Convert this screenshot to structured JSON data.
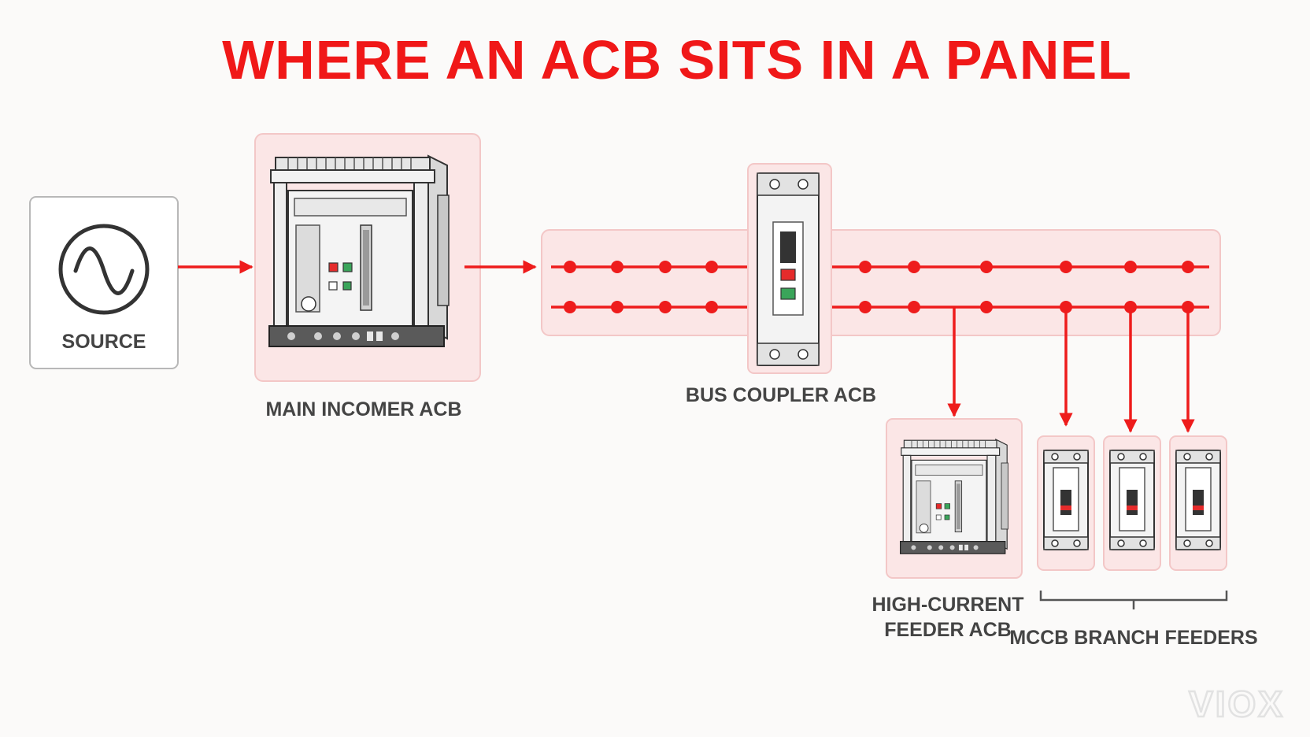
{
  "title": "WHERE AN ACB SITS IN A PANEL",
  "labels": {
    "source": "SOURCE",
    "main_incomer": "MAIN INCOMER ACB",
    "bus_coupler": "BUS COUPLER ACB",
    "high_current_line1": "HIGH-CURRENT",
    "high_current_line2": "FEEDER ACB",
    "mccb_branch": "MCCB BRANCH FEEDERS"
  },
  "watermark": "VIOX",
  "icons": [
    "ac-source-icon",
    "air-circuit-breaker-icon",
    "bus-coupler-breaker-icon",
    "mccb-icon",
    "arrow-icon"
  ],
  "colors": {
    "accent": "#f01818",
    "highlight": "#fbe6e6",
    "text": "#444444"
  }
}
